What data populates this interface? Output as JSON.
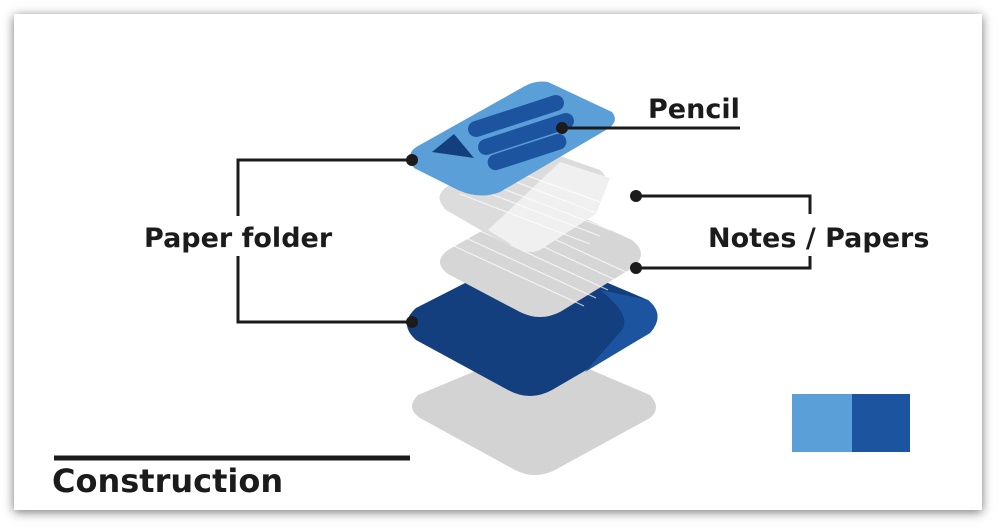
{
  "labels": {
    "pencil": "Pencil",
    "paper_folder": "Paper folder",
    "notes_papers": "Notes / Papers",
    "construction": "Construction"
  },
  "colors": {
    "light_blue": "#5b9fd9",
    "dark_blue": "#143f7e",
    "mid_blue": "#1c54a0",
    "light_gray": "#d3d3d3",
    "leader_line": "#1b1b1b"
  },
  "swatch": {
    "items": [
      {
        "color": "#5b9fd9"
      },
      {
        "color": "#1c54a0"
      }
    ]
  }
}
